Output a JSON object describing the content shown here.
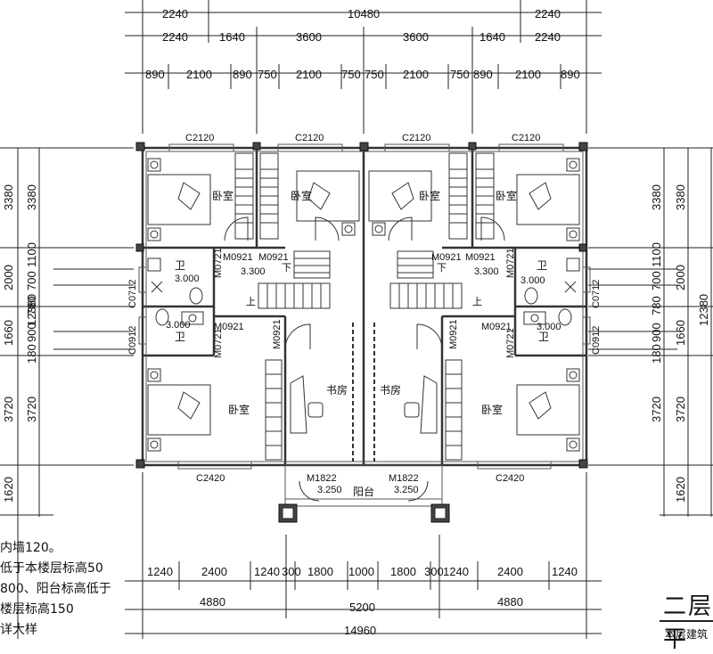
{
  "top_dims": {
    "overall": "10480",
    "row1": [
      "2240",
      "2240"
    ],
    "row2": [
      "2240",
      "1640",
      "3600",
      "3600",
      "1640",
      "2240"
    ],
    "row3": [
      "890",
      "2100",
      "890",
      "750",
      "2100",
      "750",
      "750",
      "2100",
      "750",
      "890",
      "2100",
      "890"
    ]
  },
  "bottom_dims": {
    "overall": "14960",
    "row1": [
      "1240",
      "2400",
      "1240",
      "300",
      "1800",
      "1000",
      "1800",
      "300",
      "1240",
      "2400",
      "1240"
    ],
    "row2": [
      "4880",
      "5200",
      "4880"
    ]
  },
  "left_dims": {
    "outer": [
      "3380",
      "2000",
      "1660",
      "3720",
      "1620"
    ],
    "total": "12380",
    "inner": [
      "3380",
      "1100",
      "700",
      "780",
      "900",
      "180",
      "3720"
    ]
  },
  "right_dims": {
    "outer": [
      "3380",
      "2000",
      "1660",
      "3720",
      "1620"
    ],
    "total": "12380",
    "inner": [
      "3380",
      "1100",
      "700",
      "780",
      "900",
      "180",
      "3720"
    ]
  },
  "windows": {
    "top": [
      "C2120",
      "C2120",
      "C2120",
      "C2120"
    ],
    "bottom": [
      "C2420",
      "C2420"
    ],
    "side_upper": "C0712",
    "side_lower": "C0912"
  },
  "doors": {
    "m0921": "M0921",
    "m0721": "M0721",
    "m1822": "M1822"
  },
  "rooms": {
    "bedroom": "卧室",
    "study": "书房",
    "bath": "卫",
    "balcony": "阳台",
    "up": "上",
    "down": "下"
  },
  "levels": {
    "stair": "3.300",
    "bath_upper": "3.000",
    "bath_lower": "3.000",
    "balcony": "3.250"
  },
  "notes": [
    "内墙120。",
    "低于本楼层标高50",
    "800、阳台标高低于",
    "楼层标高150",
    "详大样"
  ],
  "title": "二层平",
  "subtitle": "本层建筑"
}
